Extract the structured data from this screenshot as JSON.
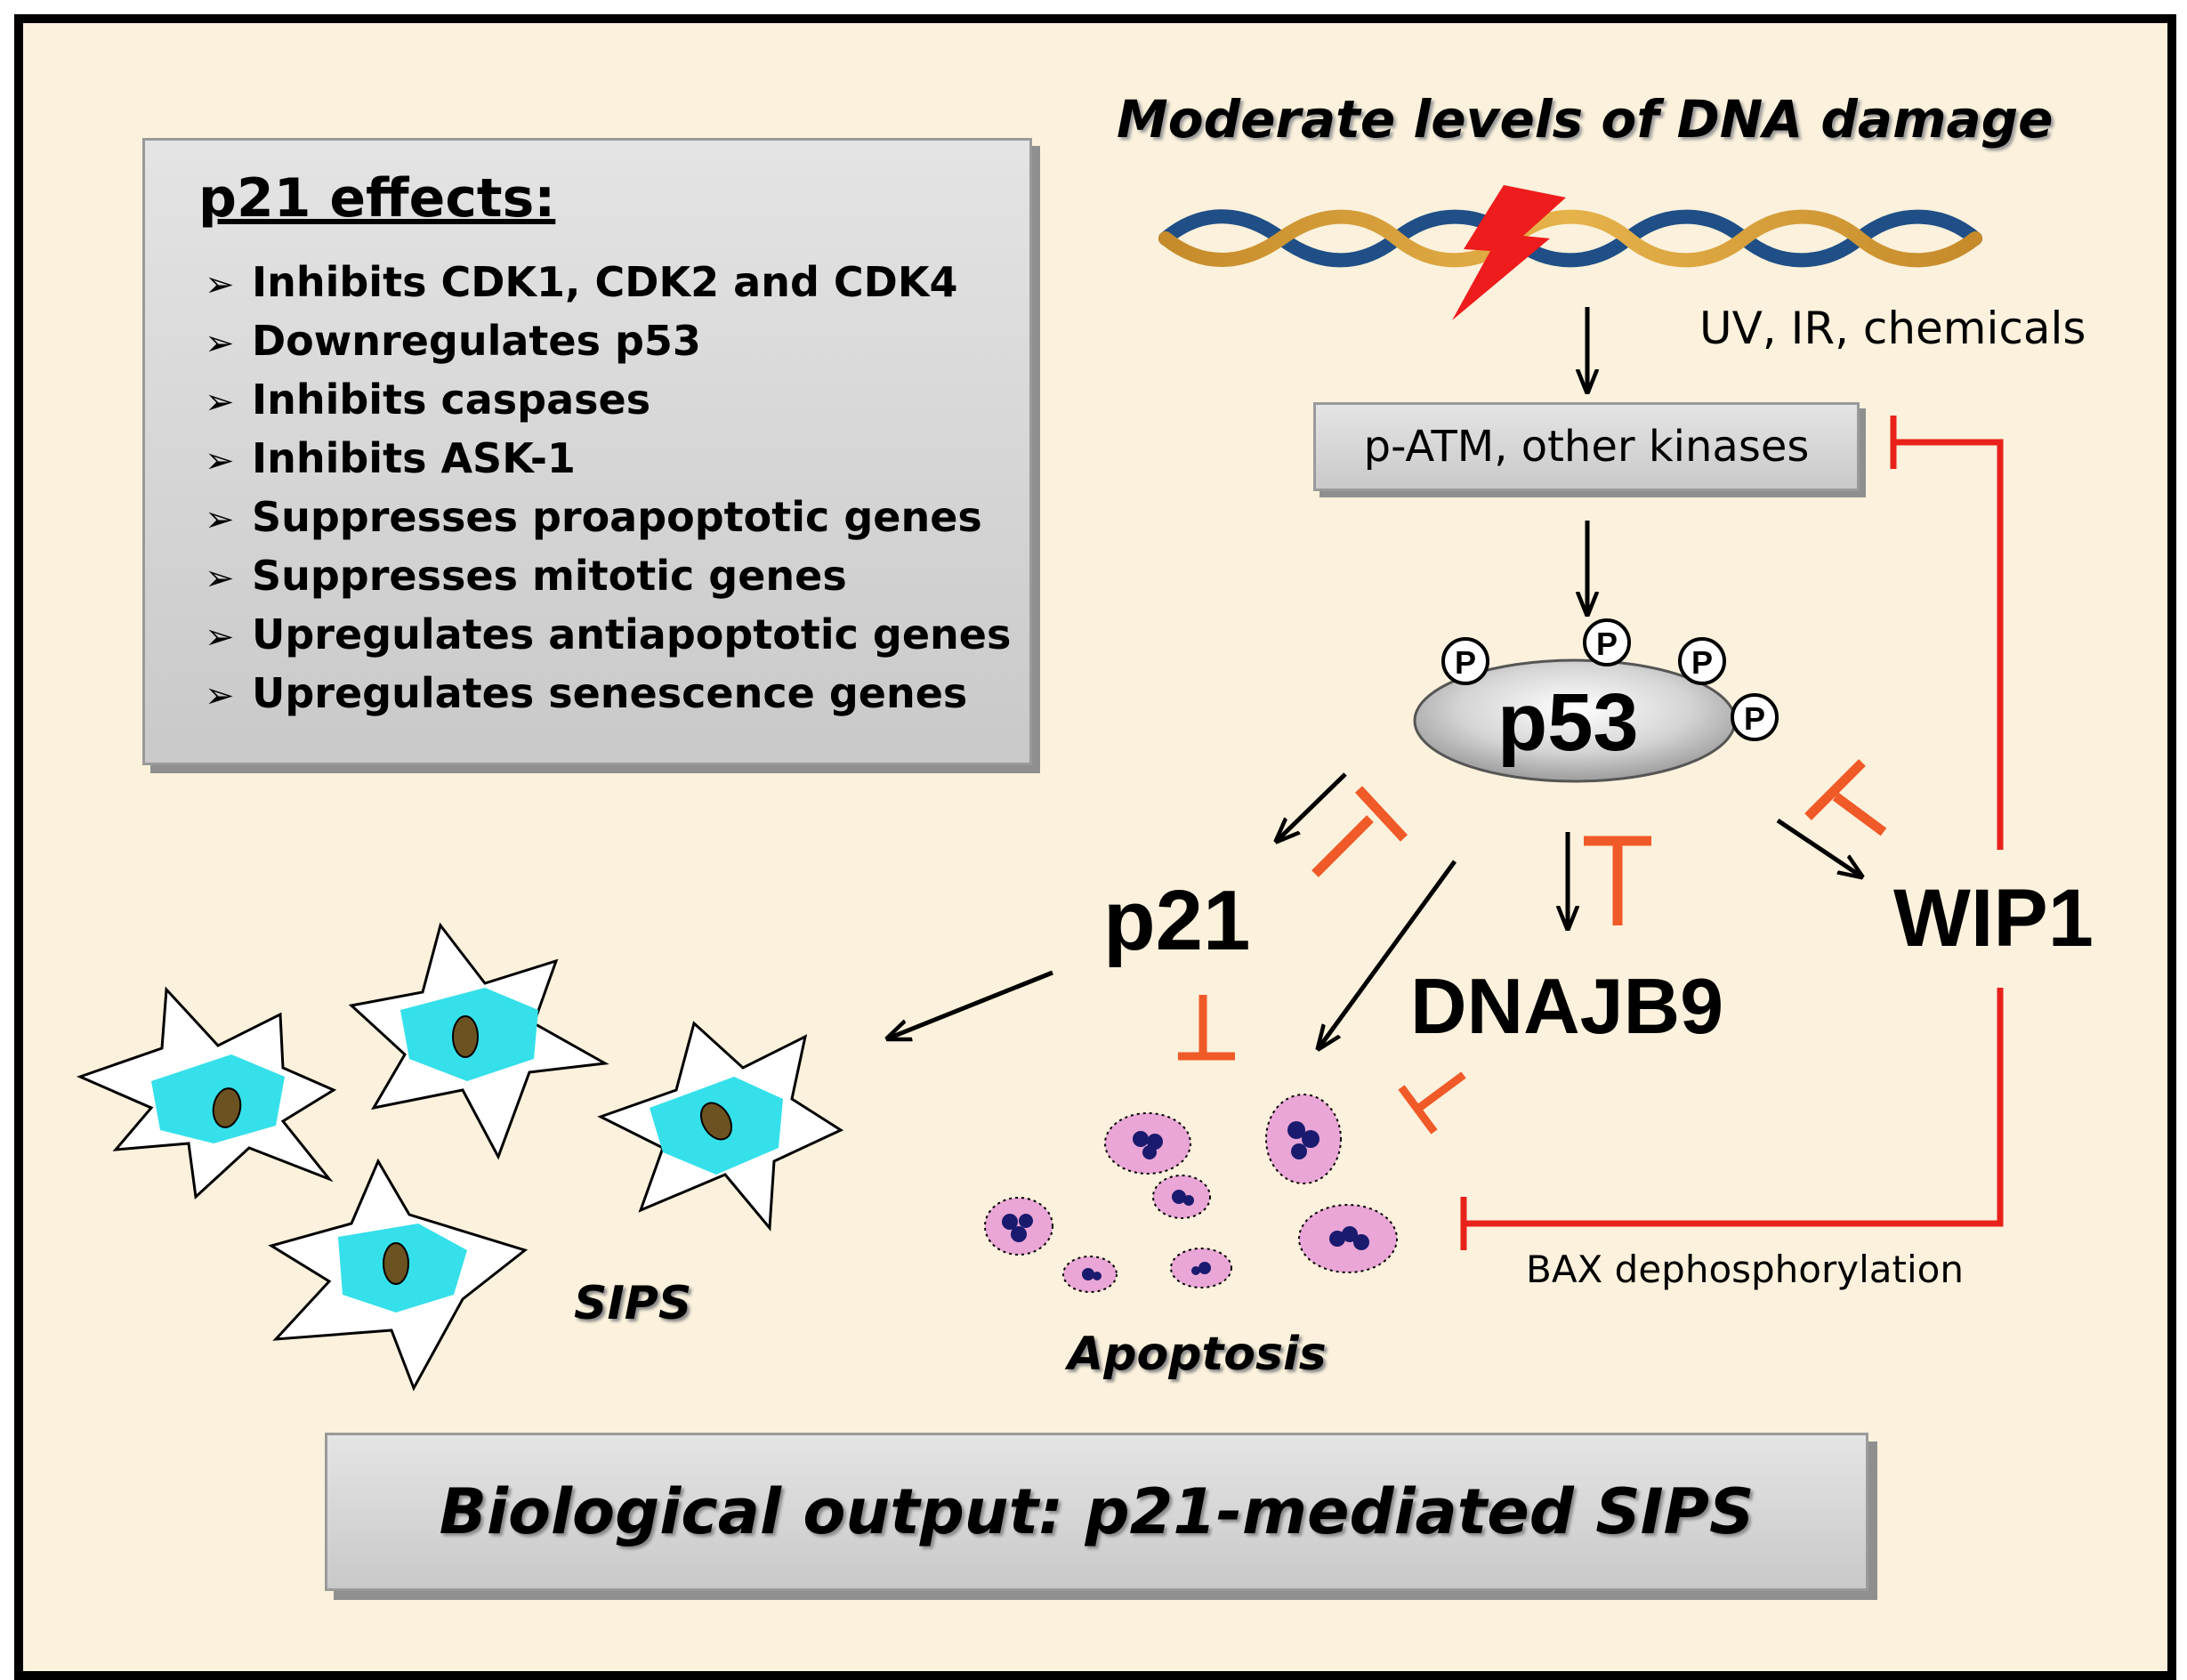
{
  "effects": {
    "title": "p21 effects:",
    "bullet": "➢",
    "items": [
      "Inhibits CDK1, CDK2 and CDK4",
      "Downregulates p53",
      "Inhibits caspases",
      "Inhibits ASK-1",
      "Suppresses proapoptotic genes",
      "Suppresses mitotic genes",
      "Upregulates antiapoptotic genes",
      "Upregulates senescence genes"
    ]
  },
  "damage": {
    "title": "Moderate levels of DNA damage",
    "sources": "UV, IR, chemicals"
  },
  "kinases": "p-ATM, other kinases",
  "nodes": {
    "p53": "p53",
    "phospho": "P",
    "p21": "p21",
    "wip1": "WIP1",
    "dnajb9": "DNAJB9"
  },
  "bax_label": "BAX dephosphorylation",
  "sips_label": "SIPS",
  "apoptosis_label": "Apoptosis",
  "output": "Biological output: p21-mediated SIPS",
  "colors": {
    "background": "#fbf1dc",
    "inhibition": "#e8221a",
    "inhibition_short": "#f05a28",
    "cell_cytoplasm": "#35e0ea",
    "cell_nucleus": "#6b5220",
    "apoptotic_body": "#e9a6d6",
    "apoptotic_nuclei": "#1a1a6e"
  }
}
